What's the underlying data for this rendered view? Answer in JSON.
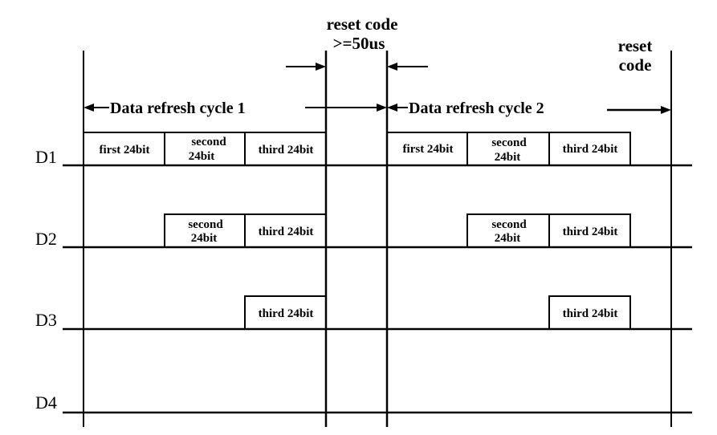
{
  "reset_code_top": {
    "line1": "reset code",
    "line2": ">=50us"
  },
  "reset_code_right": {
    "line1": "reset",
    "line2": "code"
  },
  "cycles": {
    "cycle1": "Data refresh cycle 1",
    "cycle2": "Data refresh cycle 2"
  },
  "rows": [
    "D1",
    "D2",
    "D3",
    "D4"
  ],
  "bits": {
    "first": "first 24bit",
    "second_line1": "second",
    "second_line2": "24bit",
    "third": "third 24bit"
  }
}
